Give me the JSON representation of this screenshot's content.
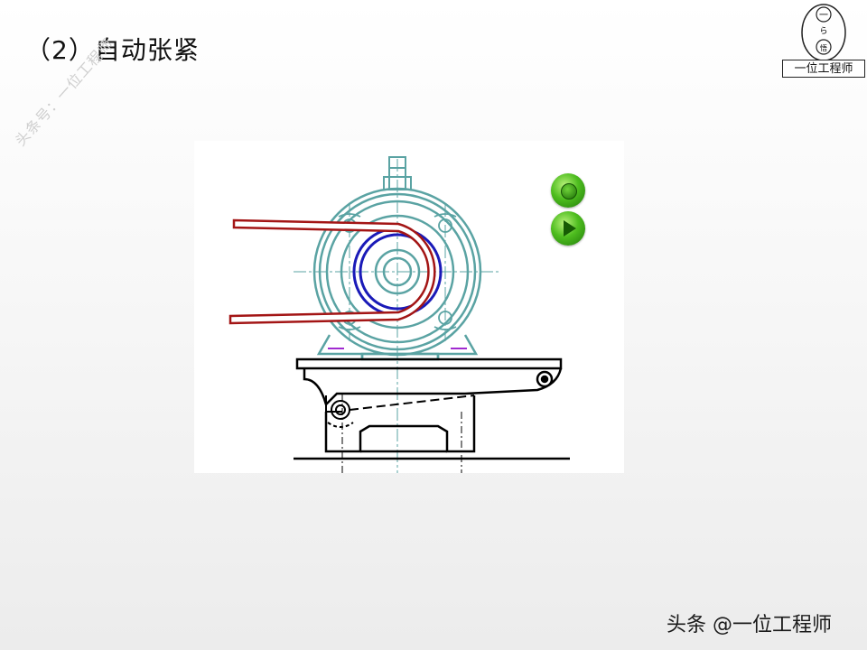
{
  "slide": {
    "title": "（2）自动张紧",
    "diagonal_watermark": "头条号：一位工程师",
    "footer_watermark": "头条 @一位工程师"
  },
  "logo": {
    "label": "一位工程师",
    "chars": [
      "一",
      "ら",
      "悟"
    ]
  },
  "player": {
    "stop_icon": "stop-icon",
    "play_icon": "play-icon"
  },
  "colors": {
    "motor": "#5aa3a3",
    "belt": "#a31515",
    "pulley": "#1a1ab8",
    "base": "#000000",
    "button": "#4ebd1f"
  }
}
